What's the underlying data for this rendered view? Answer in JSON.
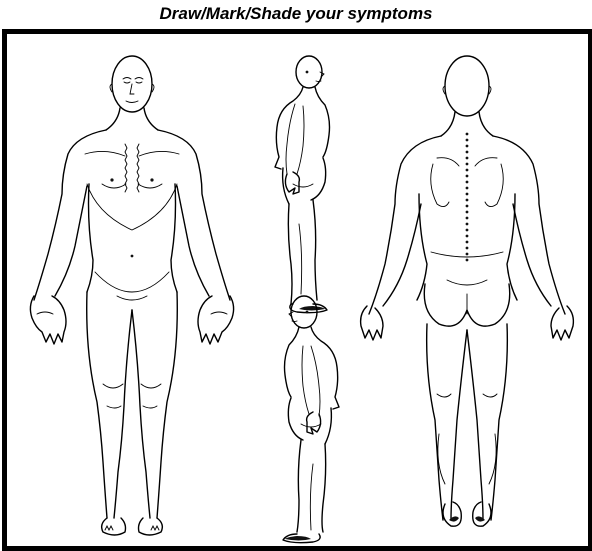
{
  "title": "Draw/Mark/Shade your symptoms",
  "figures": [
    {
      "view": "front"
    },
    {
      "view": "side-right"
    },
    {
      "view": "side-left"
    },
    {
      "view": "back"
    }
  ]
}
